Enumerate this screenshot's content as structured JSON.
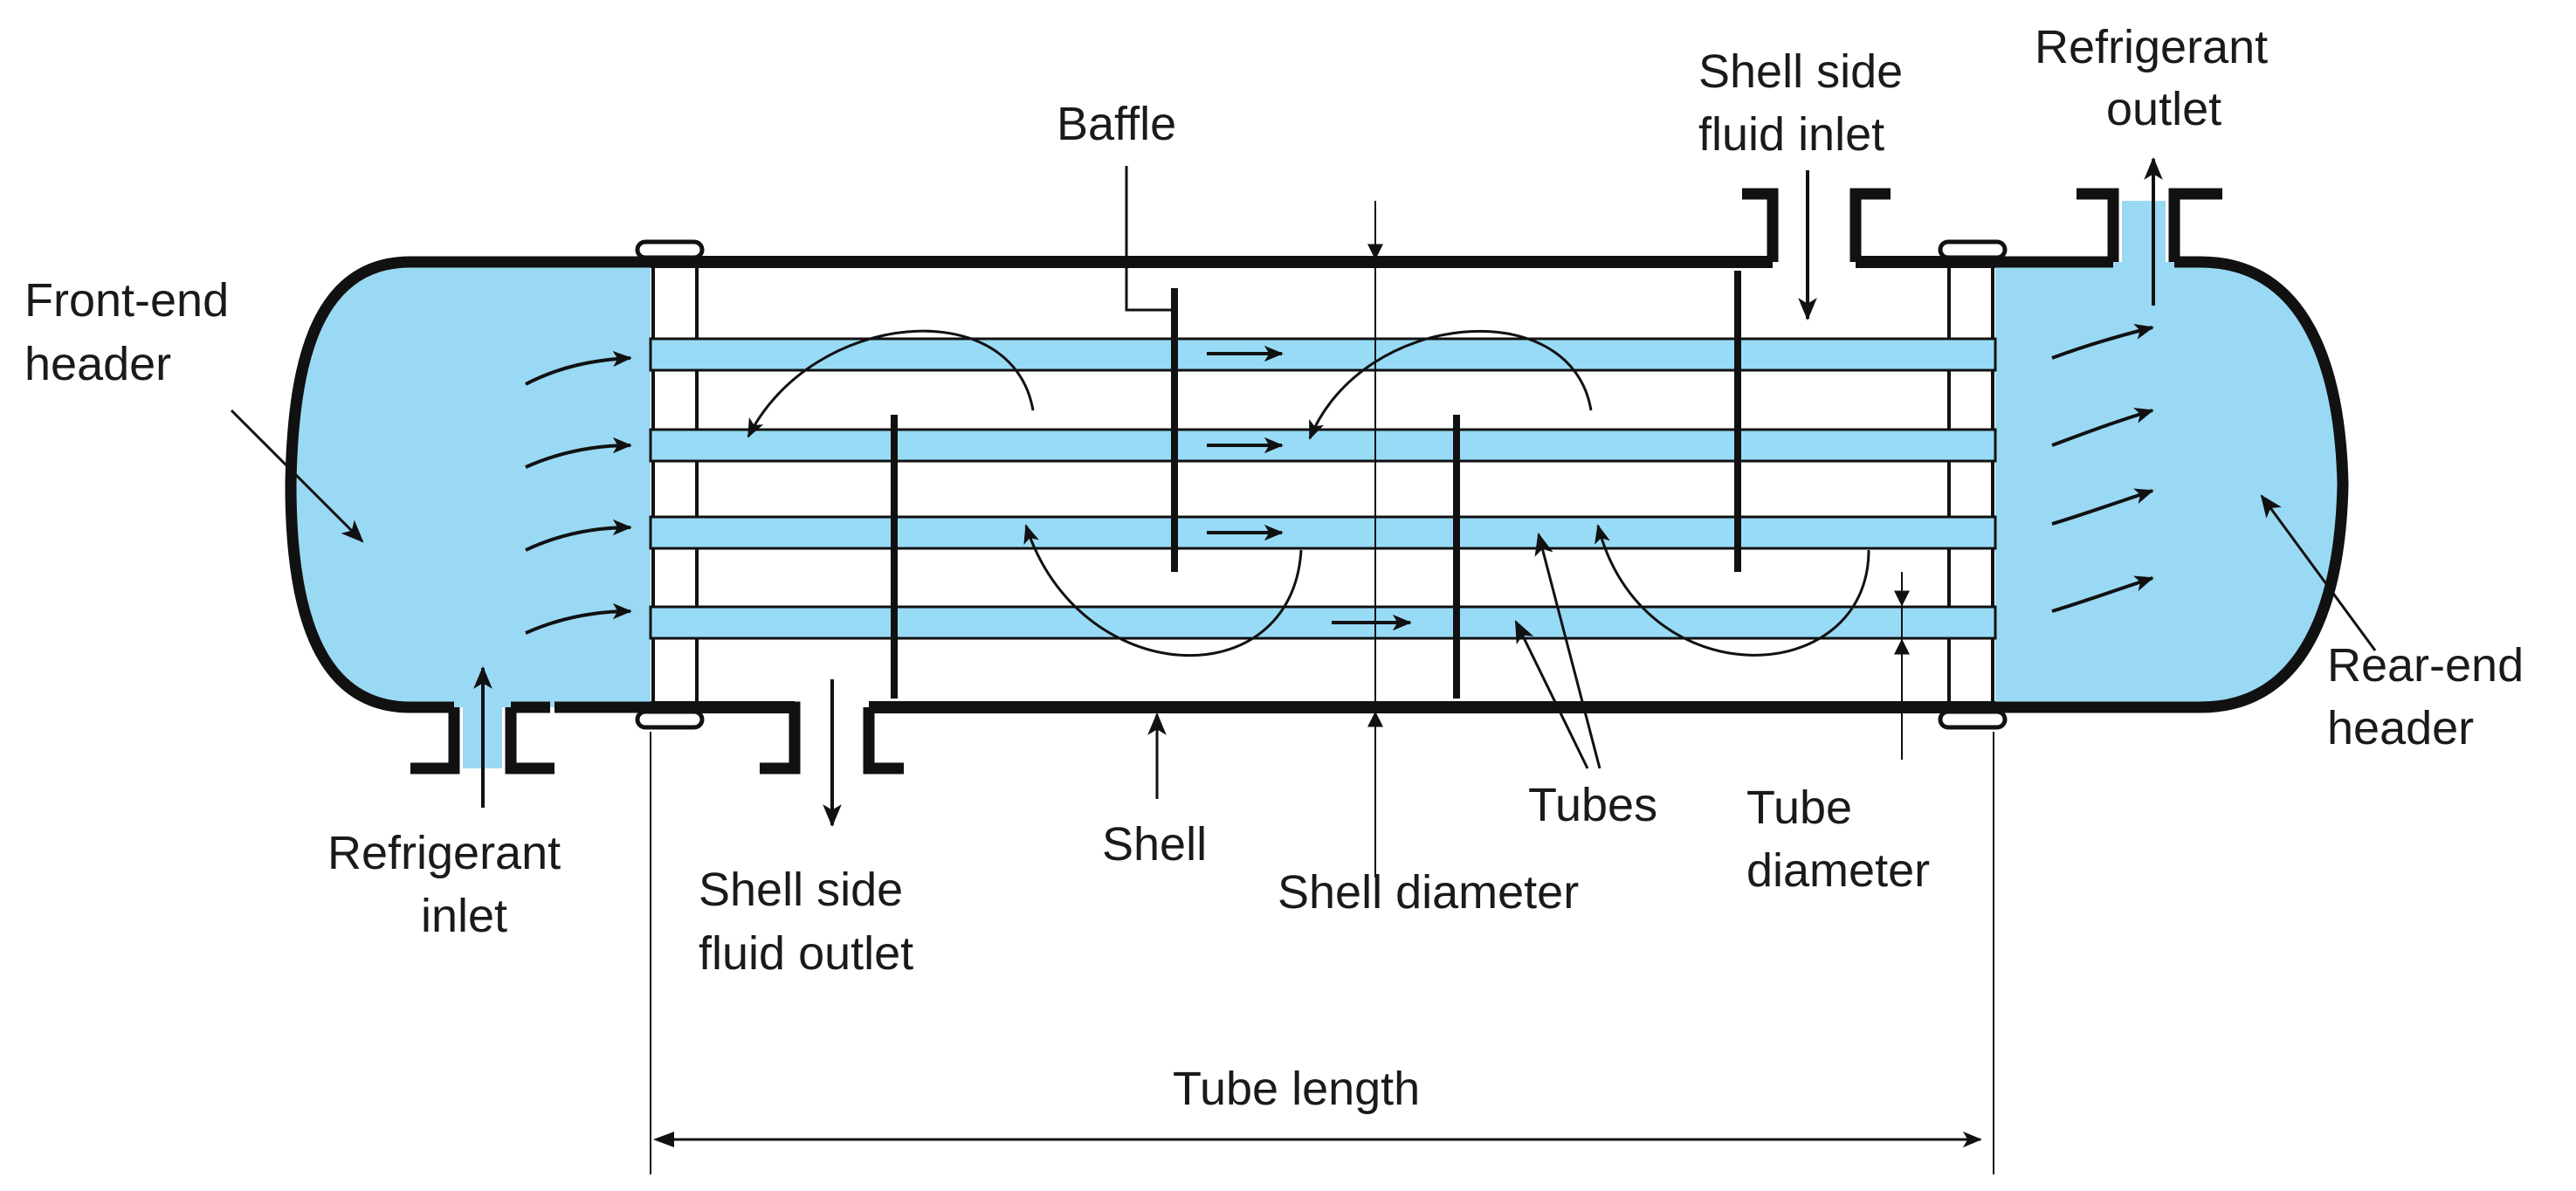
{
  "colors": {
    "fluid": "#9ad9f3",
    "tube": "#98dbf7",
    "stroke": "#111111"
  },
  "labels": {
    "baffle": "Baffle",
    "shell_side_fluid_inlet": [
      "Shell side",
      "fluid inlet"
    ],
    "refrigerant_outlet": [
      "Refrigerant",
      "outlet"
    ],
    "front_end_header": [
      "Front-end",
      "header"
    ],
    "rear_end_header": [
      "Rear-end",
      "header"
    ],
    "refrigerant_inlet": [
      "Refrigerant",
      "inlet"
    ],
    "shell_side_fluid_outlet": [
      "Shell side",
      "fluid outlet"
    ],
    "shell": "Shell",
    "shell_diameter": "Shell diameter",
    "tubes": "Tubes",
    "tube_diameter": [
      "Tube",
      "diameter"
    ],
    "tube_length": "Tube length"
  }
}
